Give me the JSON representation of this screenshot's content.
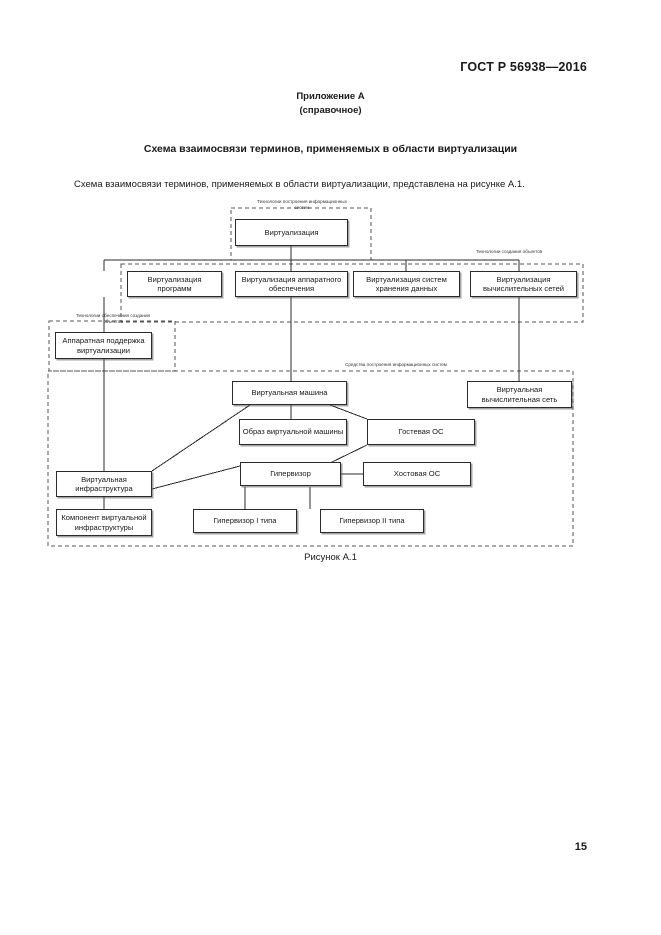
{
  "document": {
    "standard_number": "ГОСТ Р 56938—2016",
    "page_number": "15",
    "appendix_title": "Приложение А",
    "appendix_kind": "(справочное)",
    "section_title": "Схема взаимосвязи терминов, применяемых в области виртуализации",
    "intro_paragraph": "Схема взаимосвязи терминов, применяемых в области виртуализации, представлена на рисунке А.1.",
    "figure_caption": "Рисунок А.1"
  },
  "diagram": {
    "group_labels": {
      "build_is": "Технологии построения информационных систем",
      "create_objects": "Технологии создания объектов",
      "support_objects": "Технологии обеспечения создания объектов",
      "means_build_is": "Средства построения информационных систем"
    },
    "nodes": {
      "virtualization": "Виртуализация",
      "virt_programs": "Виртуализация программ",
      "virt_hardware": "Виртуализация аппаратного обеспечения",
      "virt_storage": "Виртуализация систем хранения данных",
      "virt_networks": "Виртуализация вычислительных сетей",
      "hw_support": "Аппаратная поддержка виртуализации",
      "virtual_machine": "Виртуальная машина",
      "vm_image": "Образ виртуальной машины",
      "guest_os": "Гостевая ОС",
      "virtual_network": "Виртуальная вычислительная сеть",
      "hypervisor": "Гипервизор",
      "host_os": "Хостовая ОС",
      "virtual_infrastructure": "Виртуальная инфраструктура",
      "vi_component": "Компонент виртуальной инфраструктуры",
      "hypervisor_type1": "Гипервизор I типа",
      "hypervisor_type2": "Гипервизор II типа"
    },
    "colors": {
      "line": "#2b2b2b",
      "dashed": "#555555",
      "text": "#1a1a1a",
      "background": "#ffffff"
    }
  }
}
